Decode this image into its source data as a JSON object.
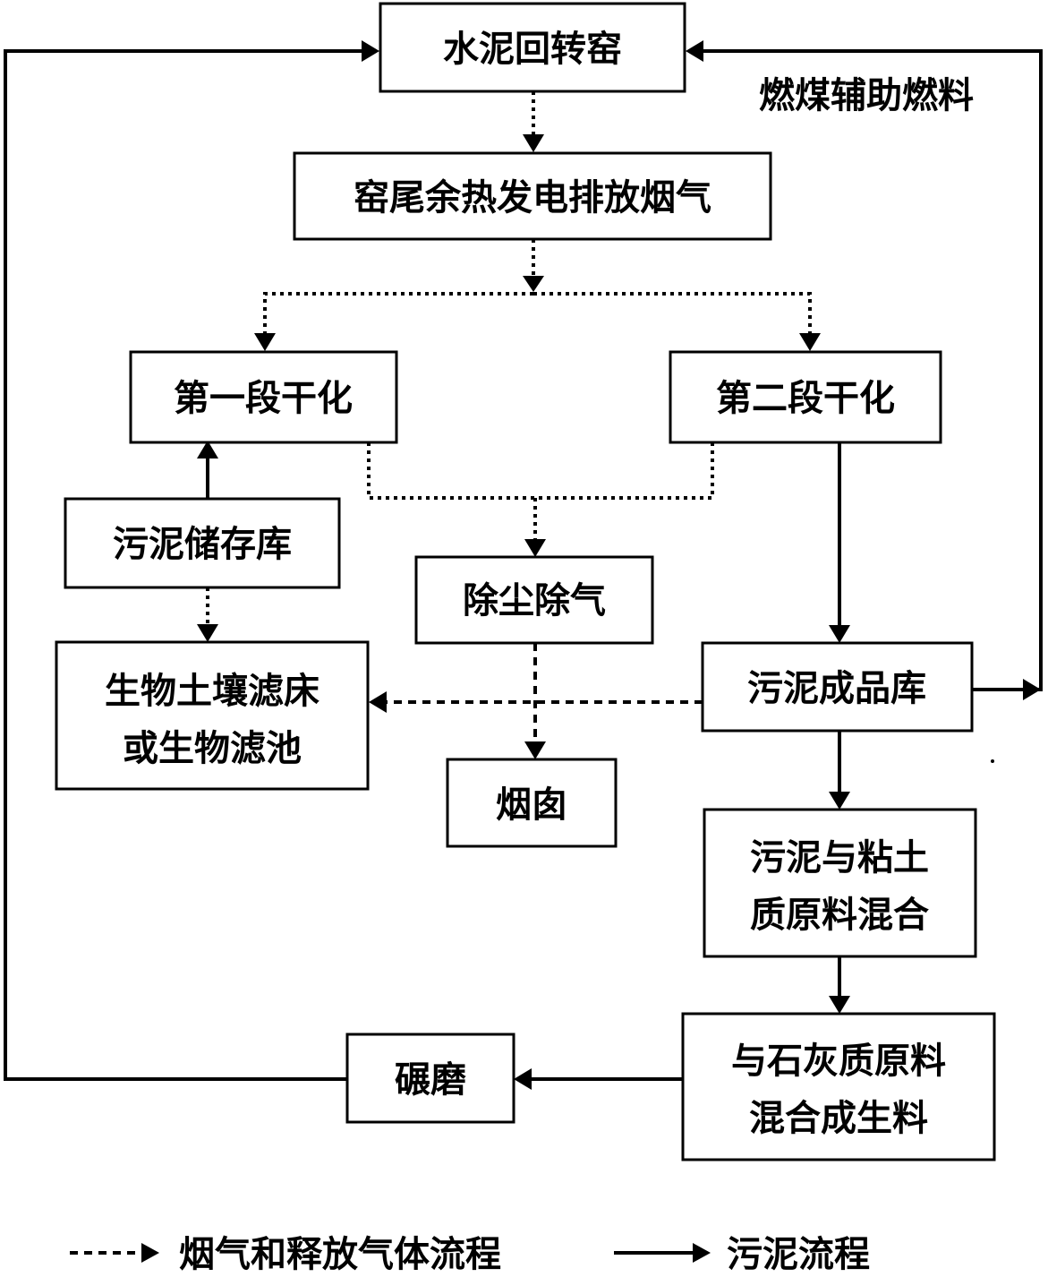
{
  "nodes": {
    "kiln": "水泥回转窑",
    "kiln_tail": "窑尾余热发电排放烟气",
    "dry1": "第一段干化",
    "dry2": "第二段干化",
    "storage": "污泥储存库",
    "dust": "除尘除气",
    "biofilter": [
      "生物土壤滤床",
      "或生物滤池"
    ],
    "product": "污泥成品库",
    "chimney": "烟囱",
    "mix_clay": [
      "污泥与粘土",
      "质原料混合"
    ],
    "mix_lime": [
      "与石灰质原料",
      "混合成生料"
    ],
    "grind": "碾磨"
  },
  "annotations": {
    "coal_fuel": "燃煤辅助燃料"
  },
  "legend": {
    "gas_flow": "烟气和释放气体流程",
    "sludge_flow": "污泥流程"
  }
}
